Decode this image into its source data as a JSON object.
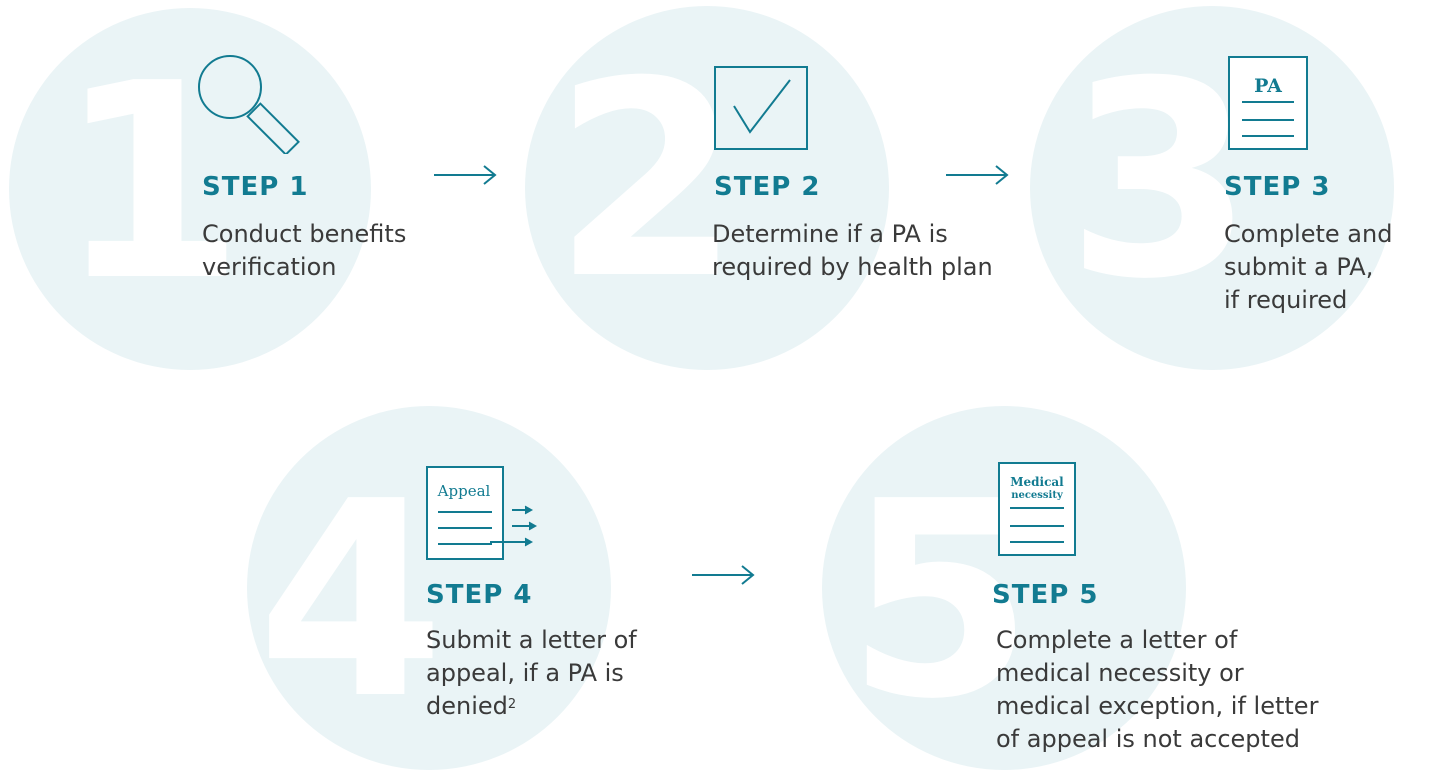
{
  "colors": {
    "accent": "#127b91",
    "circle": "#eaf4f6",
    "text": "#3a3a3a",
    "numeral": "#ffffff"
  },
  "steps": [
    {
      "numeral": "1",
      "title": "STEP 1",
      "description": [
        "Conduct benefits",
        "verification"
      ],
      "icon": "magnifying-glass-icon"
    },
    {
      "numeral": "2",
      "title": "STEP 2",
      "description": [
        "Determine if a PA is",
        "required by health plan"
      ],
      "icon": "checkbox-icon"
    },
    {
      "numeral": "3",
      "title": "STEP 3",
      "description": [
        "Complete and",
        "submit a PA,",
        "if required"
      ],
      "icon": "document-icon",
      "icon_label": "PA"
    },
    {
      "numeral": "4",
      "title": "STEP 4",
      "description": [
        "Submit a letter of",
        "appeal, if a PA is",
        "denied"
      ],
      "description_sup": "2",
      "icon": "appeal-document-icon",
      "icon_label": "Appeal"
    },
    {
      "numeral": "5",
      "title": "STEP 5",
      "description": [
        "Complete a letter of",
        "medical necessity or",
        "medical exception, if letter",
        "of appeal is not accepted"
      ],
      "icon": "medical-document-icon",
      "icon_label_line1": "Medical",
      "icon_label_line2": "necessity"
    }
  ],
  "arrows": [
    "arrow-right-icon",
    "arrow-right-icon",
    "arrow-right-icon"
  ]
}
